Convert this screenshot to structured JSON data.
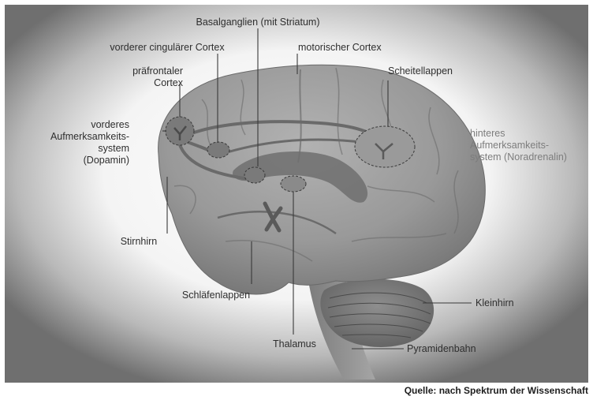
{
  "labels": {
    "basalganglien": "Basalganglien (mit Striatum)",
    "vorderer_cingulaerer_cortex": "vorderer cingulärer Cortex",
    "motorischer_cortex": "motorischer Cortex",
    "praefrontaler_cortex_line1": "präfrontaler",
    "praefrontaler_cortex_line2": "Cortex",
    "scheitellappen": "Scheitellappen",
    "vorderes_system_line1": "vorderes",
    "vorderes_system_line2": "Aufmerksamkeits-",
    "vorderes_system_line3": "system",
    "vorderes_system_line4": "(Dopamin)",
    "hinteres_system_line1": "hinteres",
    "hinteres_system_line2": "Aufmerksamkeits-",
    "hinteres_system_line3": "system (Noradrenalin)",
    "stirnhirn": "Stirnhirn",
    "schlaefenlappen": "Schläfenlappen",
    "kleinhirn": "Kleinhirn",
    "thalamus": "Thalamus",
    "pyramidenbahn": "Pyramidenbahn"
  },
  "source": "Quelle: nach Spektrum der Wissenschaft",
  "colors": {
    "background": "#6f6f6f",
    "brain": "#9a9a9a",
    "highlight": "#7a7a7a",
    "text": "#2e2e2e"
  }
}
